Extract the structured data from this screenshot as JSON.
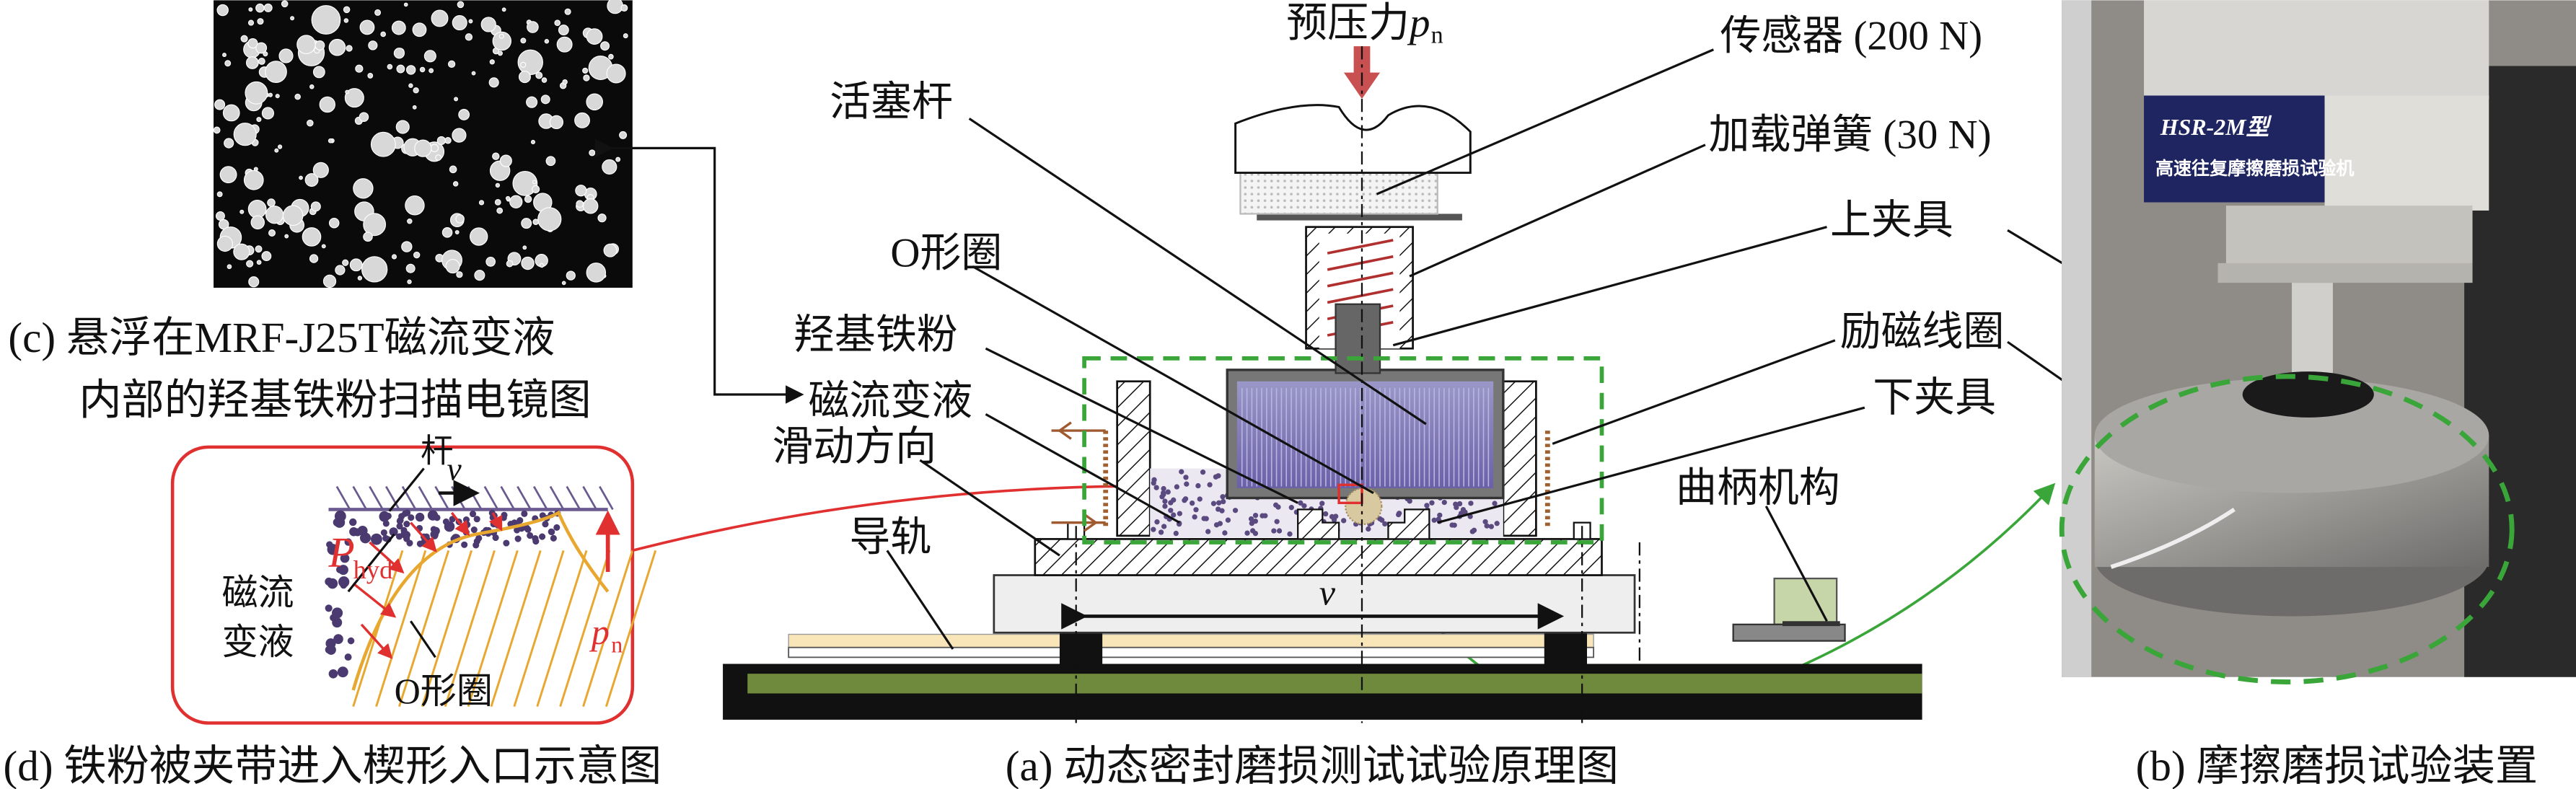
{
  "panel_c": {
    "caption_line1": "(c) 悬浮在MRF-J25T磁流变液",
    "caption_line2": "内部的羟基铁粉扫描电镜图"
  },
  "panel_d": {
    "caption": "(d) 铁粉被夹带进入楔形入口示意图",
    "rod": "杆",
    "velocity": "v",
    "p_hyd_main": "P",
    "p_hyd_sub": "hyd",
    "p_n_main": "p",
    "p_n_sub": "n",
    "mrf_line1": "磁流",
    "mrf_line2": "变液",
    "oring": "O形圈"
  },
  "panel_a": {
    "caption": "(a) 动态密封磨损测试试验原理图",
    "preload_main": "预压力",
    "preload_p": "p",
    "preload_sub": "n",
    "sensor": "传感器 (200 N)",
    "spring": "加载弹簧 (30 N)",
    "upper_clamp": "上夹具",
    "piston_rod": "活塞杆",
    "oring": "O形圈",
    "iron_powder": "羟基铁粉",
    "mrf": "磁流变液",
    "sliding_dir": "滑动方向",
    "guide_rail": "导轨",
    "coil": "励磁线圈",
    "lower_clamp": "下夹具",
    "crank": "曲柄机构",
    "velocity": "v"
  },
  "panel_b": {
    "caption": "(b) 摩擦磨损试验装置",
    "plate_model": "HSR-2M型",
    "plate_name": "高速往复摩擦磨损试验机"
  },
  "colors": {
    "green_highlight": "#3aa63a",
    "red_highlight": "#e03030",
    "mrf_purple": "#5a4a80",
    "oring_orange": "#e8a830",
    "ground_green": "#6f8a3c"
  }
}
